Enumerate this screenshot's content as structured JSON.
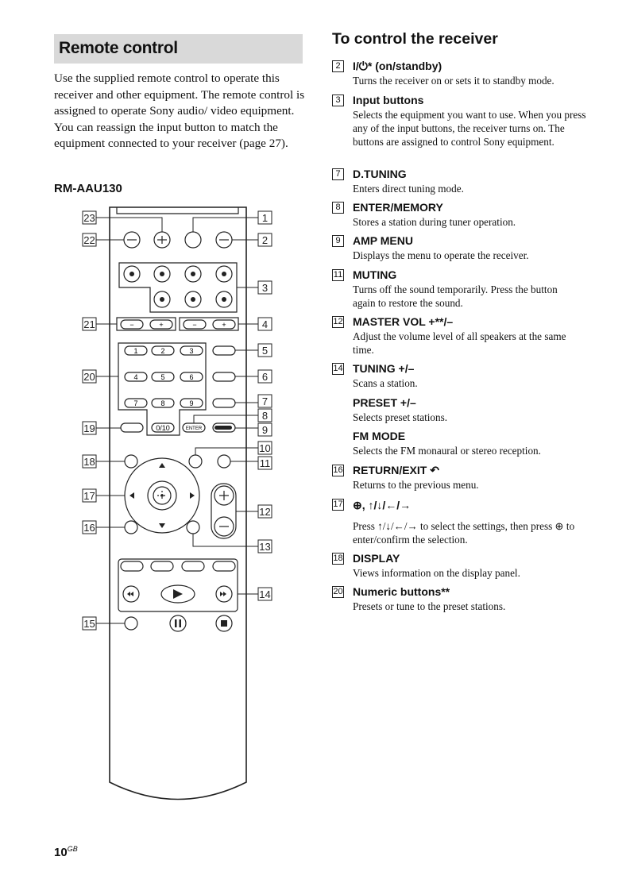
{
  "left": {
    "section_title": "Remote control",
    "intro": "Use the supplied remote control to operate this receiver and other equipment. The remote control is assigned to operate Sony audio/ video equipment. You can reassign the input button to match the equipment connected to your receiver (page 27).",
    "model": "RM-AAU130"
  },
  "remote": {
    "callouts": [
      "1",
      "2",
      "3",
      "4",
      "5",
      "6",
      "7",
      "8",
      "9",
      "10",
      "11",
      "12",
      "13",
      "14",
      "15",
      "16",
      "17",
      "18",
      "19",
      "20",
      "21",
      "22",
      "23"
    ],
    "numeric_keys": [
      "1",
      "2",
      "3",
      "4",
      "5",
      "6",
      "7",
      "8",
      "9",
      "0/10"
    ],
    "enter_label": "ENTER",
    "plus": "+",
    "minus": "−"
  },
  "right": {
    "title": "To control the receiver",
    "entries": [
      {
        "num": "2",
        "head": "I/⏻* (on/standby)",
        "desc": "Turns the receiver on or sets it to standby mode."
      },
      {
        "num": "3",
        "head": "Input buttons",
        "desc": "Selects the equipment you want to use. When you press any of the input buttons, the receiver turns on. The buttons are assigned to control Sony equipment."
      },
      {
        "num": "7",
        "head": "D.TUNING",
        "desc": "Enters direct tuning mode."
      },
      {
        "num": "8",
        "head": "ENTER/MEMORY",
        "desc": "Stores a station during tuner operation."
      },
      {
        "num": "9",
        "head": "AMP MENU",
        "desc": "Displays the menu to operate the receiver."
      },
      {
        "num": "11",
        "head": "MUTING",
        "desc": "Turns off the sound temporarily. Press the button again to restore the sound."
      },
      {
        "num": "12",
        "head": "MASTER VOL +**/–",
        "desc": "Adjust the volume level of all speakers at the same time."
      },
      {
        "num": "14",
        "head": "TUNING +/–",
        "desc": "Scans a station."
      },
      {
        "num": "",
        "head": "PRESET +/–",
        "desc": "Selects preset stations."
      },
      {
        "num": "",
        "head": "FM MODE",
        "desc": "Selects the FM monaural or stereo reception."
      },
      {
        "num": "16",
        "head": "RETURN/EXIT ↶",
        "desc": "Returns to the previous menu."
      },
      {
        "num": "17",
        "head": "⊕, ↑/↓/←/→",
        "desc": "Press ↑/↓/←/→ to select the settings, then press ⊕ to enter/confirm the selection."
      },
      {
        "num": "18",
        "head": "DISPLAY",
        "desc": "Views information on the display panel."
      },
      {
        "num": "20",
        "head": "Numeric buttons**",
        "desc": "Presets or tune to the preset stations."
      }
    ]
  },
  "footer": {
    "page": "10",
    "suffix": "GB"
  }
}
